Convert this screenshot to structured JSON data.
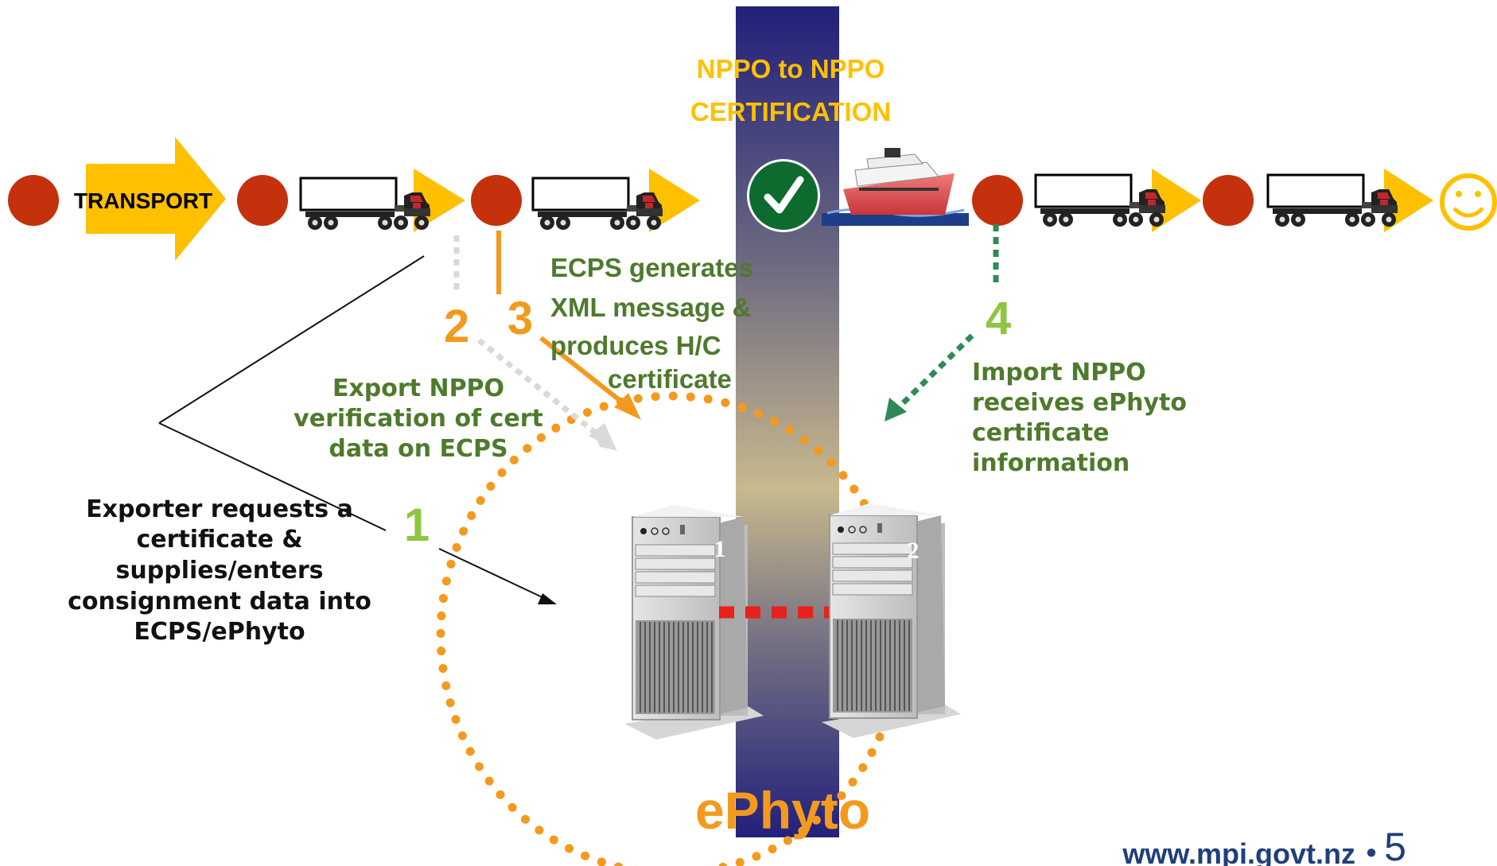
{
  "band_title": [
    "NPPO to NPPO",
    "CERTIFICATION"
  ],
  "transport_label": "TRANSPORT",
  "step_numbers": [
    "1",
    "2",
    "3",
    "4"
  ],
  "ecps_text": [
    "ECPS generates",
    "XML message &",
    "produces H/C",
    "certificate"
  ],
  "export_text": [
    "Export NPPO",
    "verification of cert",
    "data on ECPS"
  ],
  "import_text": [
    "Import NPPO",
    "receives ePhyto",
    "certificate",
    "information"
  ],
  "exporter_text": [
    "Exporter  requests a",
    "certificate &",
    "supplies/enters",
    "consignment data into",
    "ECPS/ePhyto"
  ],
  "server_labels": [
    "1",
    "2"
  ],
  "hub_label": "ePhyto",
  "footer_url": "www.mpi.govt.nz",
  "footer_bullet": "•",
  "page_number": "5",
  "colors": {
    "orange": "#F39A1E",
    "yellow": "#FFC000",
    "dark_red": "#C4310C",
    "green_text": "#4E7A2C",
    "step_green": "#8DC63F",
    "band_top": "#22207A",
    "band_mid": "#C8B98E",
    "dotted_green": "#2E8B57",
    "url_blue": "#1F3F7A"
  },
  "icons": [
    "circle-icon",
    "truck-icon",
    "ship-icon",
    "checkmark-icon",
    "smiley-icon",
    "server-icon",
    "arrow-icon"
  ]
}
